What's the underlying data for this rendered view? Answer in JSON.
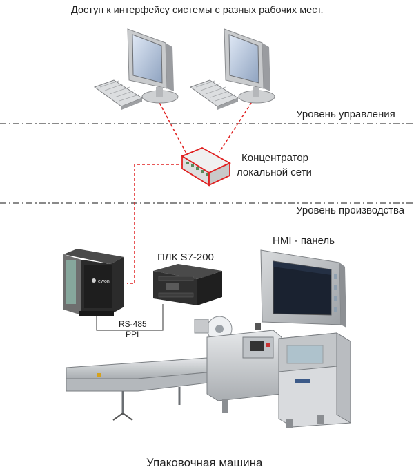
{
  "header": {
    "text": "Доступ к интерфейсу системы с разных рабочих мест."
  },
  "levels": {
    "management": "Уровень управления",
    "production": "Уровень производства"
  },
  "hub": {
    "line1": "Концентратор",
    "line2": "локальной сети"
  },
  "plc": {
    "label": "ПЛК S7-200"
  },
  "gateway": {
    "brand": "ewon"
  },
  "link": {
    "line1": "RS-485",
    "line2": "PPI"
  },
  "hmi": {
    "label": "HMI - панель"
  },
  "machine": {
    "label": "Упаковочная машина"
  },
  "colors": {
    "network_line": "#e02020",
    "level_divider": "#444444",
    "device_dark": "#2b2b2b",
    "machine_body": "#c8cacc"
  },
  "icons": [
    "monitor-icon",
    "keyboard-icon",
    "network-hub-icon",
    "plc-icon",
    "gateway-icon",
    "hmi-panel-icon",
    "packaging-machine-icon"
  ]
}
